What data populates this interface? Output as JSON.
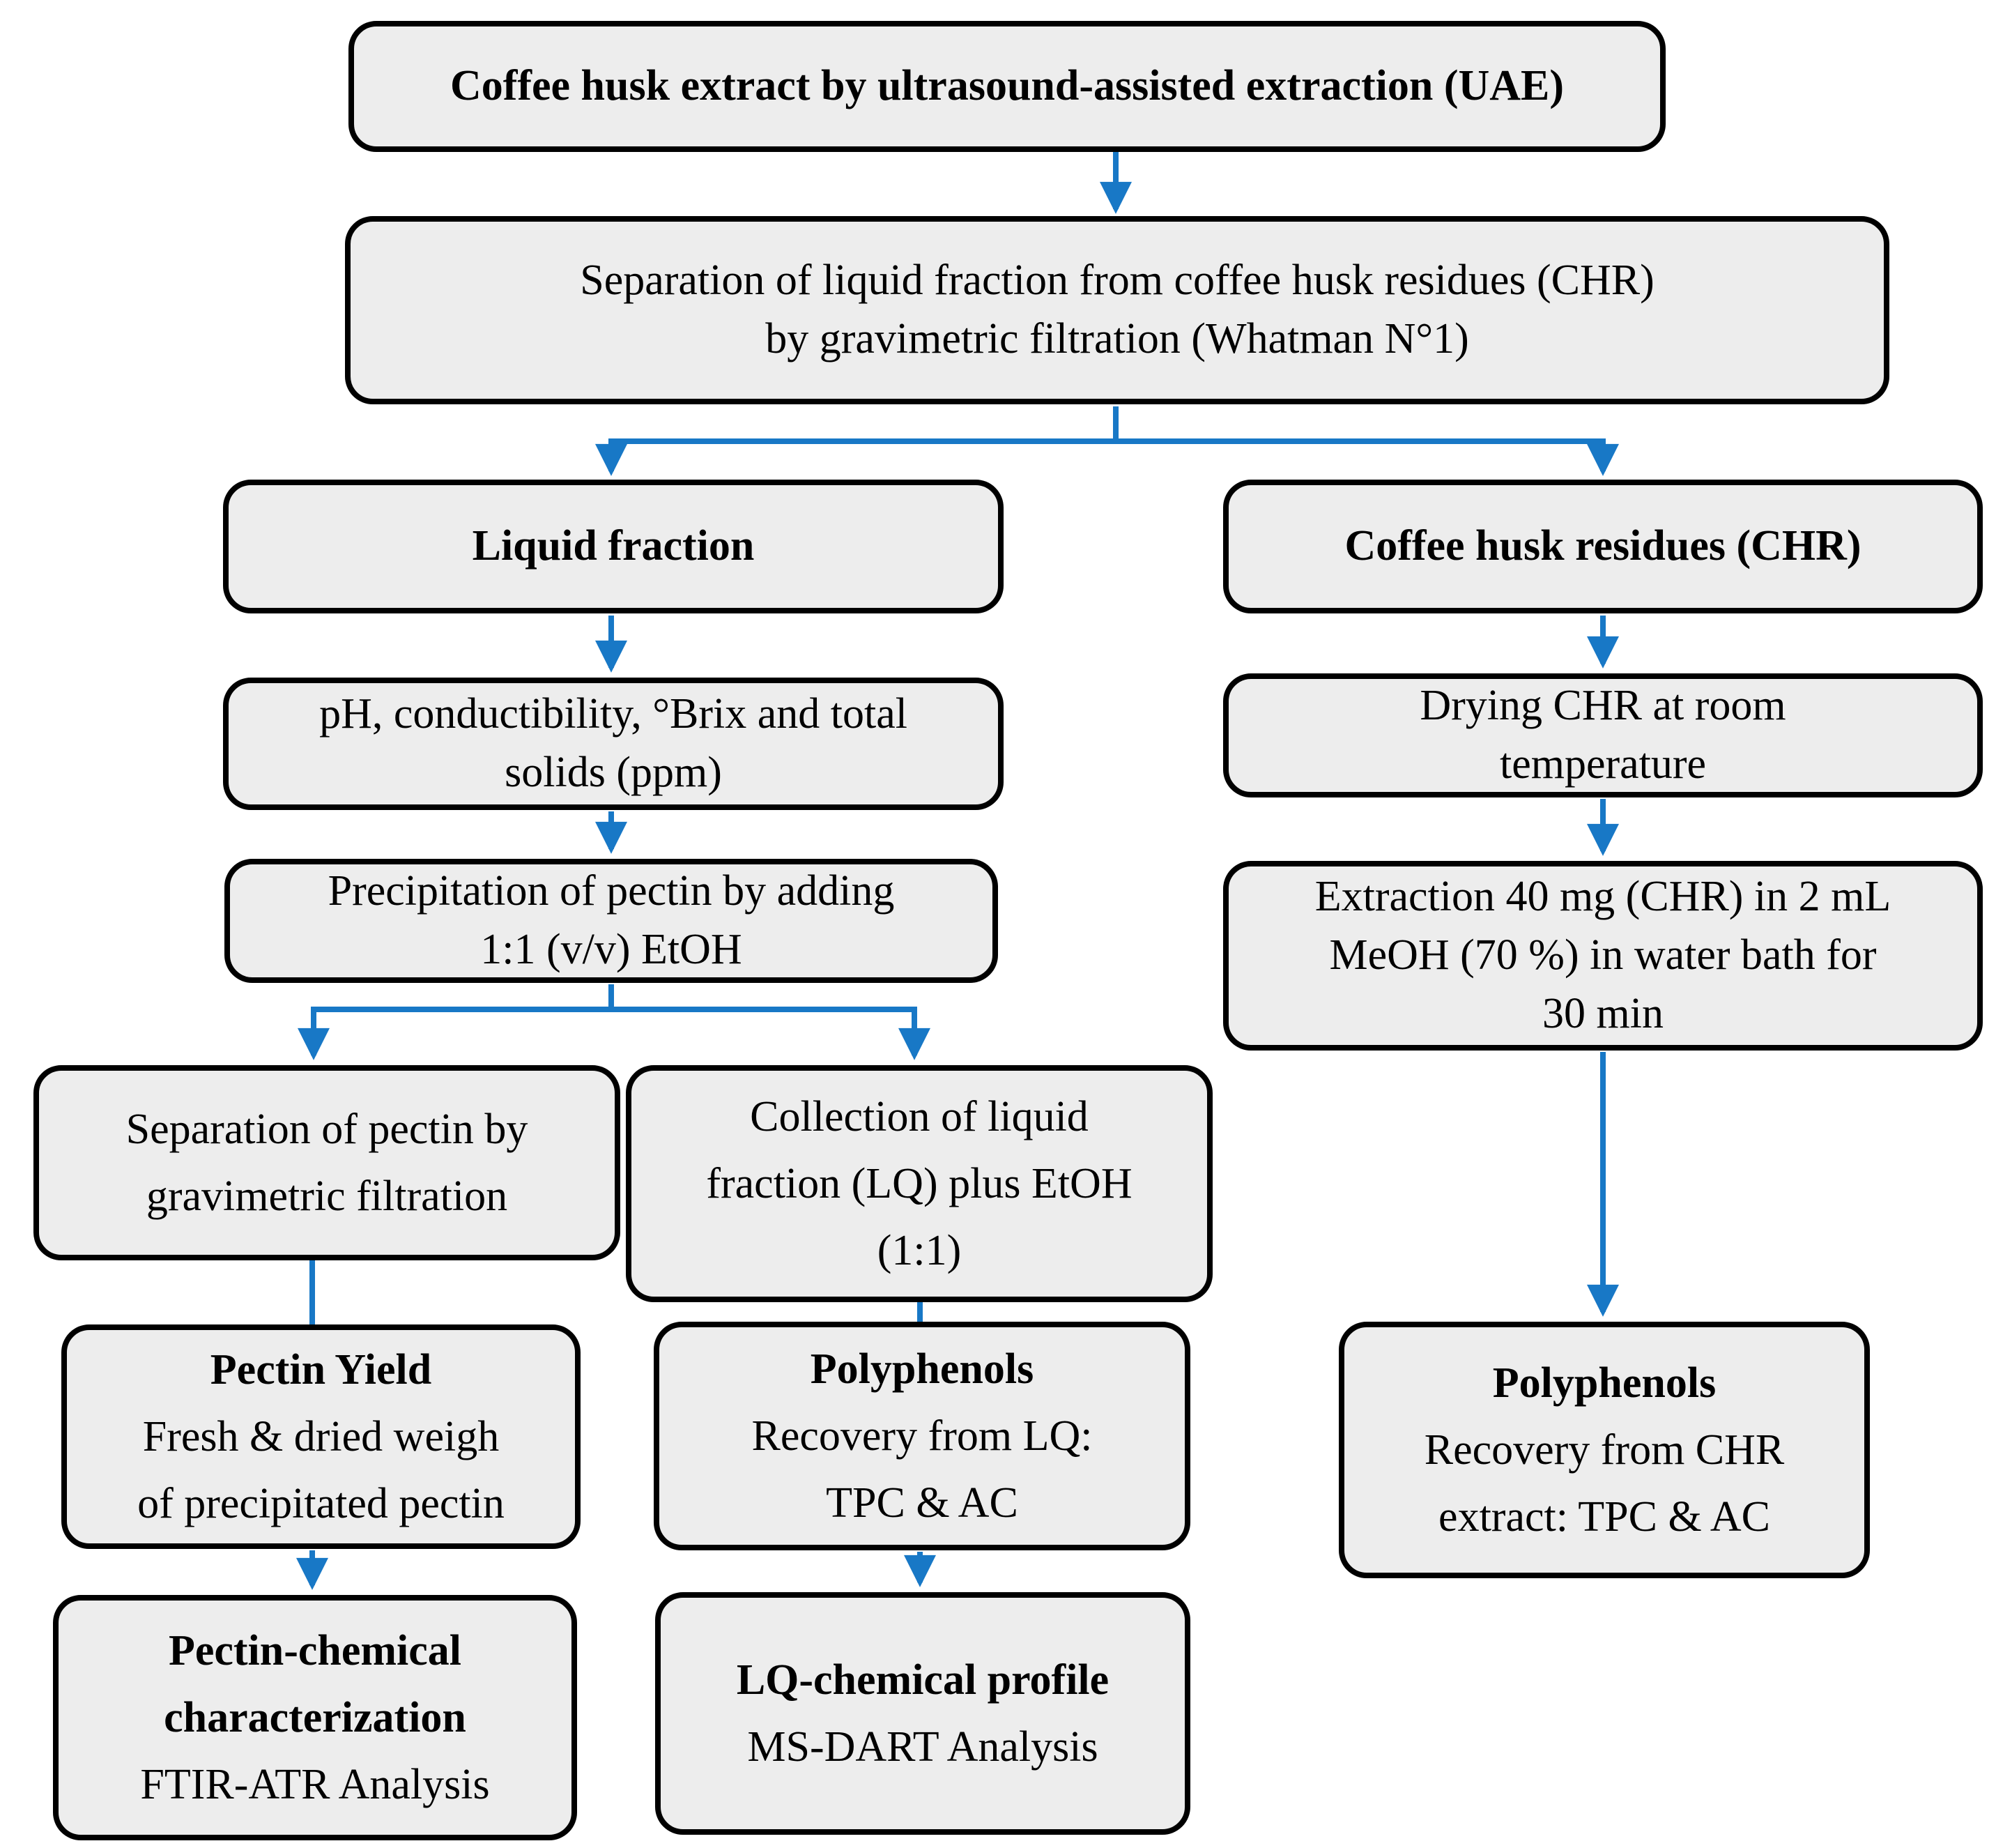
{
  "colors": {
    "box_fill": "#ededed",
    "box_border": "#000000",
    "arrow": "#1878c6",
    "background": "#ffffff"
  },
  "nodes": {
    "uae": {
      "title": "Coffee husk extract by ultrasound-assisted extraction (UAE)"
    },
    "separation": {
      "body": "Separation of liquid fraction from coffee husk residues (CHR)\nby gravimetric filtration (Whatman N°1)"
    },
    "liquid": {
      "title": "Liquid fraction"
    },
    "chr": {
      "title": "Coffee husk residues (CHR)"
    },
    "ph": {
      "body": "pH, conductibility, °Brix and total\nsolids (ppm)"
    },
    "precipitation": {
      "body": "Precipitation of pectin by adding\n1:1 (v/v) EtOH"
    },
    "sep_pectin": {
      "body": "Separation of pectin by\ngravimetric filtration"
    },
    "collection": {
      "body": "Collection of liquid\nfraction (LQ) plus EtOH\n(1:1)"
    },
    "drying": {
      "body": "Drying CHR at room\ntemperature"
    },
    "extraction": {
      "body": "Extraction 40 mg (CHR) in 2 mL\nMeOH (70 %) in water bath for\n30 min"
    },
    "pectin_yield": {
      "title": "Pectin Yield",
      "body": "Fresh & dried weigh\nof precipitated pectin"
    },
    "polyphenols_lq": {
      "title": "Polyphenols",
      "body": "Recovery from LQ:\nTPC & AC"
    },
    "pectin_chem": {
      "title": "Pectin-chemical\ncharacterization",
      "body": "FTIR-ATR Analysis"
    },
    "lq_chem": {
      "title": "LQ-chemical profile",
      "body": "MS-DART Analysis"
    },
    "polyphenols_chr": {
      "title": "Polyphenols",
      "body": "Recovery from CHR\nextract: TPC & AC"
    }
  }
}
